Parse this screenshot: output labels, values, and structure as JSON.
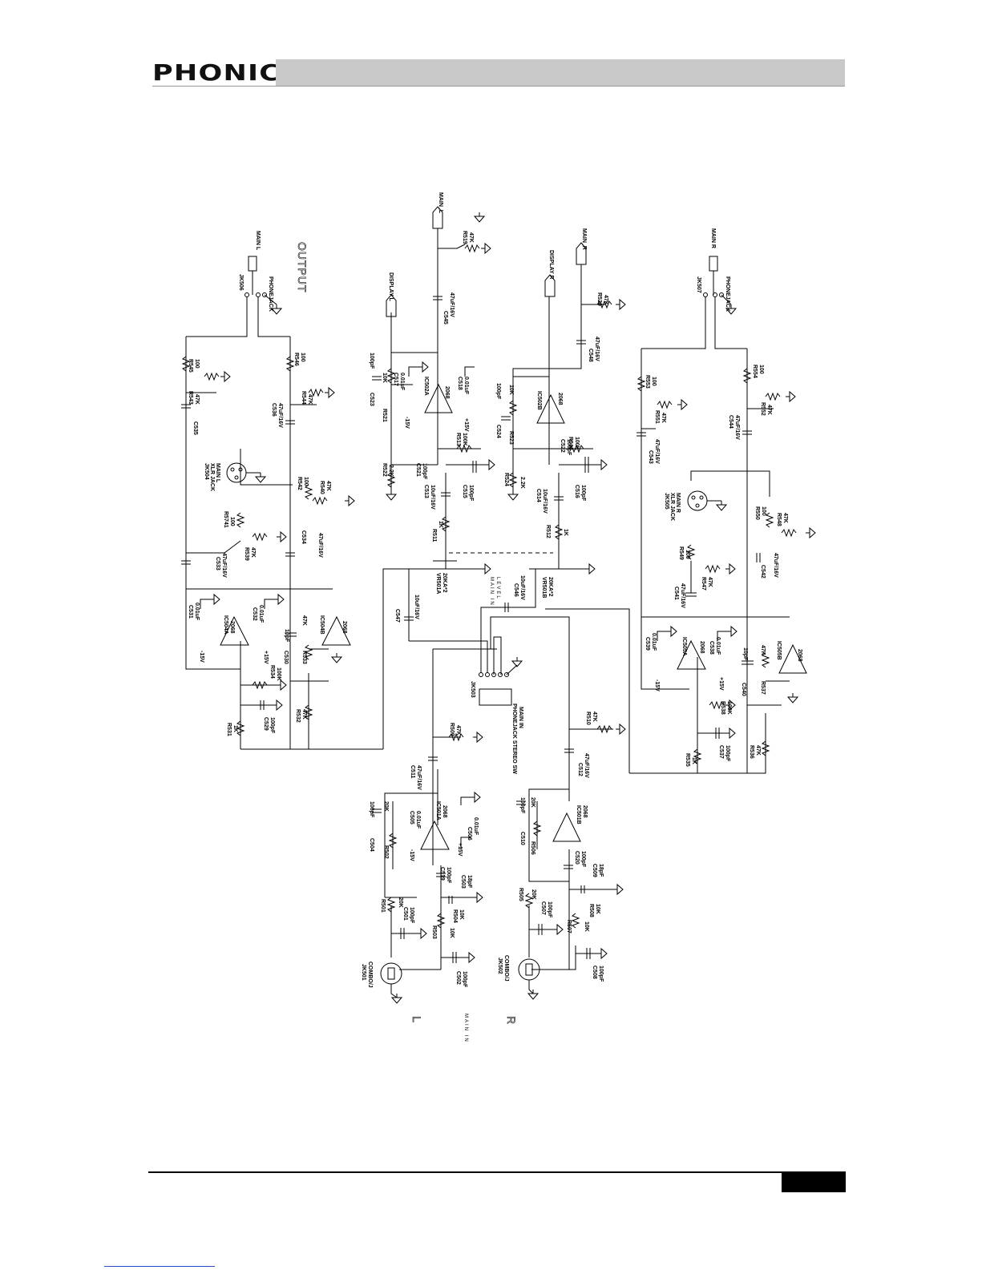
{
  "header": {
    "brand": "PHONIC"
  },
  "schematic": {
    "section_title": "OUTPUT",
    "labels": {
      "jk506": "JK506",
      "jk506_type": "PHONEJACK",
      "main_l_out": "MAIN L",
      "jk507": "JK507",
      "jk507_type": "PHONEJACK",
      "main_r_out": "MAIN R",
      "main_l_net": "MAIN_L",
      "main_r_net": "MAIN_R",
      "display_l": "DISPLAY L",
      "display_r": "DISPLAY R",
      "r545": "R545",
      "r545v": "100",
      "r543": "R543",
      "r543v": "47K",
      "r546": "R546",
      "r546v": "100",
      "r544": "R544",
      "r544v": "47K",
      "c535": "C535",
      "c536": "C536",
      "c536v": "47uF/16V",
      "jk504": "JK504",
      "jk504_type": "XLR JACK",
      "jk504_net": "MAIN L",
      "jk505": "JK505",
      "jk505_type": "XLR JACK",
      "jk505_net": "MAIN R",
      "r5741": "R5741",
      "r5741v": "100",
      "r542": "R542",
      "r542v": "100",
      "r540": "R540",
      "r540v": "47K",
      "c533": "C533",
      "c533v": "47uF/16V",
      "r539": "R539",
      "r539v": "47K",
      "c534": "C534",
      "c534v": "47uF/16V",
      "c531": "C531",
      "c531v": "0.01uF",
      "c532": "C532",
      "c532v": "0.01uF",
      "ic504a": "IC504A",
      "ic504b": "IC504B",
      "op2068": "2068",
      "m15v": "-15V",
      "p15v": "+15V",
      "c530": "C530",
      "c530v": "10pF",
      "r533": "R533",
      "r533v": "47K",
      "r534": "R534",
      "r534v": "100K",
      "r532": "R532",
      "r532v": "47K",
      "r531": "R531",
      "r531v": "1K",
      "c529": "C529",
      "c529v": "100pF",
      "r519": "R519",
      "r519v": "47K",
      "r520": "R520",
      "r520v": "47K",
      "c545": "C545",
      "c545v": "47uF/16V",
      "c548": "C548",
      "c548v": "47uF/16V",
      "c523": "C523",
      "c523v": "100pF",
      "r521": "R521",
      "r521v": "10K",
      "c517": "C517",
      "c517v": "0.01uF",
      "ic502a": "IC502A",
      "c518": "C518",
      "c518v": "0.01uF",
      "c524": "C524",
      "c524v": "100pF",
      "r523": "R523",
      "r523v": "10K",
      "ic502b": "IC502B",
      "r522": "R522",
      "r522v": "2.2K",
      "r524": "R524",
      "r524v": "2.2K",
      "c521": "C521",
      "c521v": "100pF",
      "r513": "R513",
      "r513v": "100K",
      "c522": "C522",
      "c522v": "100pF",
      "r514": "R514",
      "r514v": "100K",
      "c513": "C513",
      "c513v": "10uF/16V",
      "c515": "C515",
      "c515v": "100pF",
      "c514": "C514",
      "c514v": "10uF/16V",
      "c516": "C516",
      "c516v": "100pF",
      "r511": "R511",
      "r511v": "1K",
      "r512": "R512",
      "r512v": "1K",
      "vr501a": "VR501A",
      "vr501av": "20KA*2",
      "vr501b": "VR501B",
      "vr501bv": "20KA*2",
      "level_lbl": "MAIN IN",
      "level_lbl2": "LEVEL",
      "c547": "C547",
      "c547v": "10uF/16V",
      "c546": "C546",
      "c546v": "10uF/16V",
      "jk503": "JK503",
      "jk503_type": "PHONEJACK STEREO SW",
      "jk503_net": "MAIN IN",
      "r509": "R509",
      "r509v": "47K",
      "r510": "R510",
      "r510v": "47K",
      "c511": "C511",
      "c511v": "47uF/16V",
      "c512": "C512",
      "c512v": "47uF/16V",
      "c504": "C504",
      "c504v": "100pF",
      "r502": "R502",
      "r502v": "20K",
      "c505": "C505",
      "c505v": "0.01uF",
      "ic501a": "IC501A",
      "c506": "C506",
      "c506v": "0.01uF",
      "c519": "C519",
      "c519v": "100pF",
      "c503": "C503",
      "c503v": "18pF",
      "r501": "R501",
      "r501v": "20K",
      "r504": "R504",
      "r504v": "10K",
      "r503": "R503",
      "r503v": "10K",
      "c501": "C501",
      "c501v": "100pF",
      "c502": "C502",
      "c502v": "100pF",
      "jk501": "JK501",
      "jk501_type": "COMBO/J",
      "c510": "C510",
      "c510v": "100pF",
      "r506": "R506",
      "r506v": "20K",
      "ic501b": "IC501B",
      "c520": "C520",
      "c520v": "100pF",
      "c509": "C509",
      "c509v": "18pF",
      "r505": "R505",
      "r505v": "20K",
      "r508": "R508",
      "r508v": "10K",
      "r507": "R507",
      "r507v": "10K",
      "c507": "C507",
      "c507v": "100pF",
      "c508": "C508",
      "c508v": "100pF",
      "jk502": "JK502",
      "jk502_type": "COMBO/J",
      "input_l": "L",
      "input_main": "MAIN IN",
      "input_r": "R",
      "r553": "R553",
      "r553v": "100",
      "r551": "R551",
      "r551v": "47K",
      "r554": "R554",
      "r554v": "100",
      "r552": "R552",
      "r552v": "47K",
      "c543": "C543",
      "c543v": "47uF/16V",
      "c544": "C544",
      "c544v": "47uF/16V",
      "r550": "R550",
      "r550v": "100",
      "r548": "R548",
      "r548v": "47K",
      "r549": "R549",
      "r549v": "100",
      "c542": "C542",
      "c542v": "47uF/16V",
      "c541": "C541",
      "c541v": "47uF/16V",
      "r547": "R547",
      "r547v": "47K",
      "c539": "C539",
      "c539v": "0.01uF",
      "ic505a": "IC505A",
      "c538": "C538",
      "c538v": "0.01uF",
      "c540": "C540",
      "c540v": "10pF",
      "r537": "R537",
      "r537v": "47K",
      "ic505b": "IC505B",
      "r538": "R538",
      "r538v": "100K",
      "r535": "R535",
      "r535v": "1K",
      "c537": "C537",
      "c537v": "100pF",
      "r536": "R536",
      "r536v": "47K"
    }
  }
}
